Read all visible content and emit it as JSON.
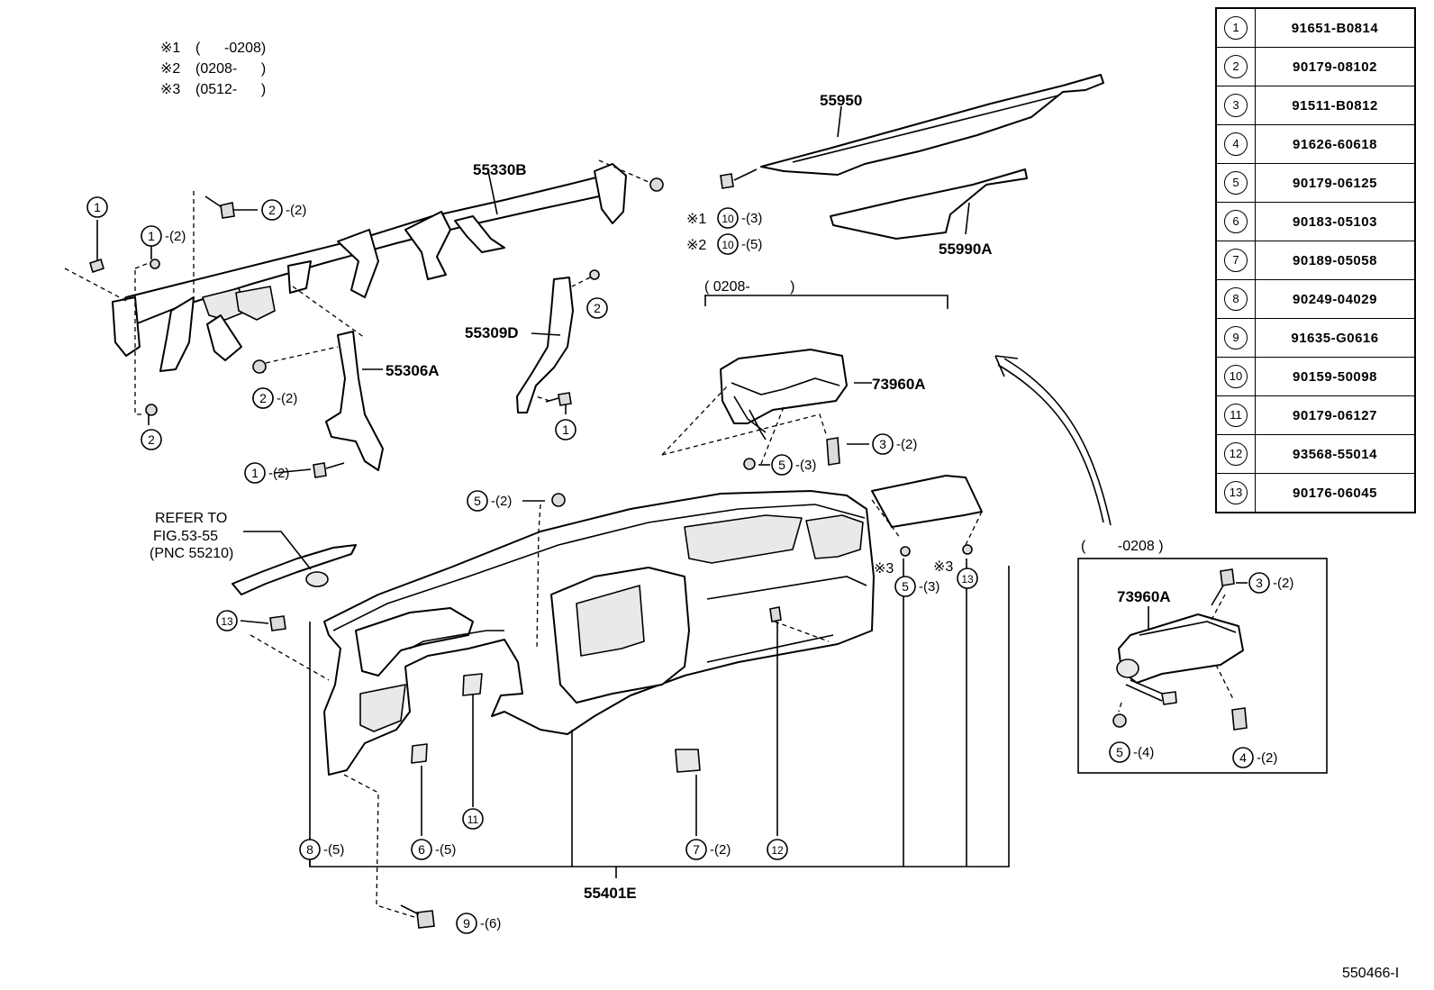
{
  "notes": [
    {
      "mark": "※1",
      "range": "(      -0208)"
    },
    {
      "mark": "※2",
      "range": "(0208-      )"
    },
    {
      "mark": "※3",
      "range": "(0512-      )"
    }
  ],
  "part_numbers": {
    "p55950": "55950",
    "p55330b": "55330B",
    "p55990a": "55990A",
    "p55309d": "55309D",
    "p55306a": "55306A",
    "p73960a_main": "73960A",
    "p73960a_inset": "73960A",
    "p55401e": "55401E"
  },
  "range_labels": {
    "main_bracket": "( 0208-          )",
    "inset_box": "(        -0208 )"
  },
  "refer_to": {
    "line1": "REFER TO",
    "line2": "FIG.53-55",
    "line3": "(PNC 55210)"
  },
  "star_marks": {
    "s1": "※1",
    "s2": "※2",
    "s3a": "※3",
    "s3b": "※3"
  },
  "callouts": [
    {
      "num": "1",
      "qty": ""
    },
    {
      "num": "2",
      "qty": "-(2)"
    },
    {
      "num": "1",
      "qty": "-(2)"
    },
    {
      "num": "2",
      "qty": ""
    },
    {
      "num": "2",
      "qty": ""
    },
    {
      "num": "2",
      "qty": "-(2)"
    },
    {
      "num": "1",
      "qty": "-(2)"
    },
    {
      "num": "2",
      "qty": ""
    },
    {
      "num": "1",
      "qty": ""
    },
    {
      "num": "10",
      "qty": "-(3)"
    },
    {
      "num": "10",
      "qty": "-(5)"
    },
    {
      "num": "3",
      "qty": "-(2)"
    },
    {
      "num": "5",
      "qty": "-(3)"
    },
    {
      "num": "5",
      "qty": "-(2)"
    },
    {
      "num": "13",
      "qty": ""
    },
    {
      "num": "5",
      "qty": "-(3)"
    },
    {
      "num": "13",
      "qty": ""
    },
    {
      "num": "8",
      "qty": "-(5)"
    },
    {
      "num": "6",
      "qty": "-(5)"
    },
    {
      "num": "11",
      "qty": ""
    },
    {
      "num": "7",
      "qty": "-(2)"
    },
    {
      "num": "12",
      "qty": ""
    },
    {
      "num": "9",
      "qty": "-(6)"
    },
    {
      "num": "3",
      "qty": "-(2)"
    },
    {
      "num": "5",
      "qty": "-(4)"
    },
    {
      "num": "4",
      "qty": "-(2)"
    }
  ],
  "ref_table": [
    {
      "key": "1",
      "part": "91651-B0814"
    },
    {
      "key": "2",
      "part": "90179-08102"
    },
    {
      "key": "3",
      "part": "91511-B0812"
    },
    {
      "key": "4",
      "part": "91626-60618"
    },
    {
      "key": "5",
      "part": "90179-06125"
    },
    {
      "key": "6",
      "part": "90183-05103"
    },
    {
      "key": "7",
      "part": "90189-05058"
    },
    {
      "key": "8",
      "part": "90249-04029"
    },
    {
      "key": "9",
      "part": "91635-G0616"
    },
    {
      "key": "10",
      "part": "90159-50098"
    },
    {
      "key": "11",
      "part": "90179-06127"
    },
    {
      "key": "12",
      "part": "93568-55014"
    },
    {
      "key": "13",
      "part": "90176-06045"
    }
  ],
  "diagram_id": "550466-I"
}
